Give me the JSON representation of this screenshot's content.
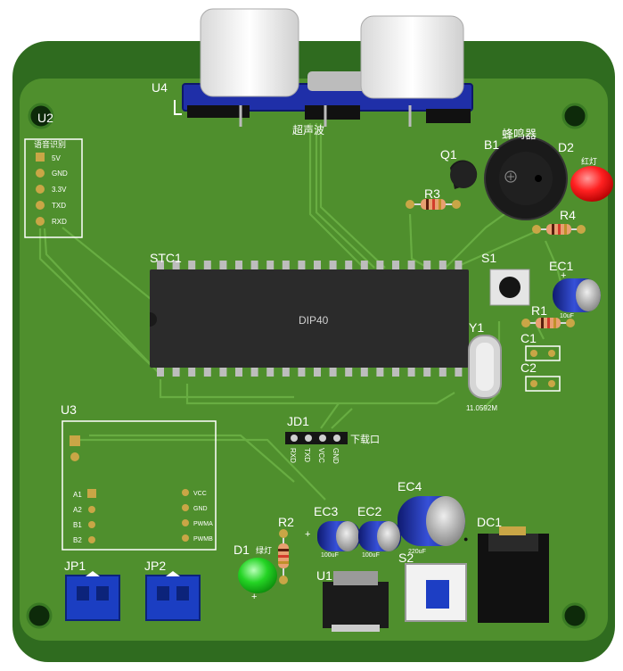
{
  "board": {
    "colors": {
      "board_dark": "#2f6b1f",
      "board": "#4f8f2d",
      "trace": "#5fa53a",
      "silk": "#ffffff",
      "pad": "#c9a646",
      "chip": "#2b2b2b",
      "module_blue": "#1f2fa8",
      "connector_blue": "#1b3ec2",
      "led_red": "#ff1414",
      "led_green": "#20d020",
      "cap_blue": "#1a2a9a"
    },
    "designators": {
      "u4": "U4",
      "u2": "U2",
      "q1": "Q1",
      "b1": "B1",
      "d2": "D2",
      "r3": "R3",
      "r4": "R4",
      "stc1": "STC1",
      "s1": "S1",
      "ec1": "EC1",
      "r1": "R1",
      "y1": "Y1",
      "c1": "C1",
      "c2": "C2",
      "u3": "U3",
      "jd1": "JD1",
      "ec4": "EC4",
      "ec3": "EC3",
      "ec2": "EC2",
      "dc1": "DC1",
      "r2": "R2",
      "d1": "D1",
      "s2": "S2",
      "jp1": "JP1",
      "jp2": "JP2",
      "u1": "U1"
    },
    "labels": {
      "ultrasonic": "超声波",
      "buzzer": "蜂鸣器",
      "red_led": "红灯",
      "green_led": "绿灯",
      "chip_package": "DIP40",
      "crystal_freq": "11.0592M",
      "download": "下载口",
      "voice_module": "语音识别",
      "ec1_value": "10uF",
      "ec2_value": "100uF",
      "ec3_value": "100uF",
      "ec4_value": "220uF"
    },
    "u2_pins": [
      "5V",
      "GND",
      "3.3V",
      "TXD",
      "RXD"
    ],
    "jd1_pins": [
      "RXD",
      "TXD",
      "VCC",
      "GND"
    ],
    "u3_left_pins": [
      "A1",
      "A2",
      "B1",
      "B2"
    ],
    "u3_right_pins": [
      "VCC",
      "GND",
      "PWMA",
      "PWMB"
    ],
    "polarity": {
      "plus": "+"
    }
  }
}
